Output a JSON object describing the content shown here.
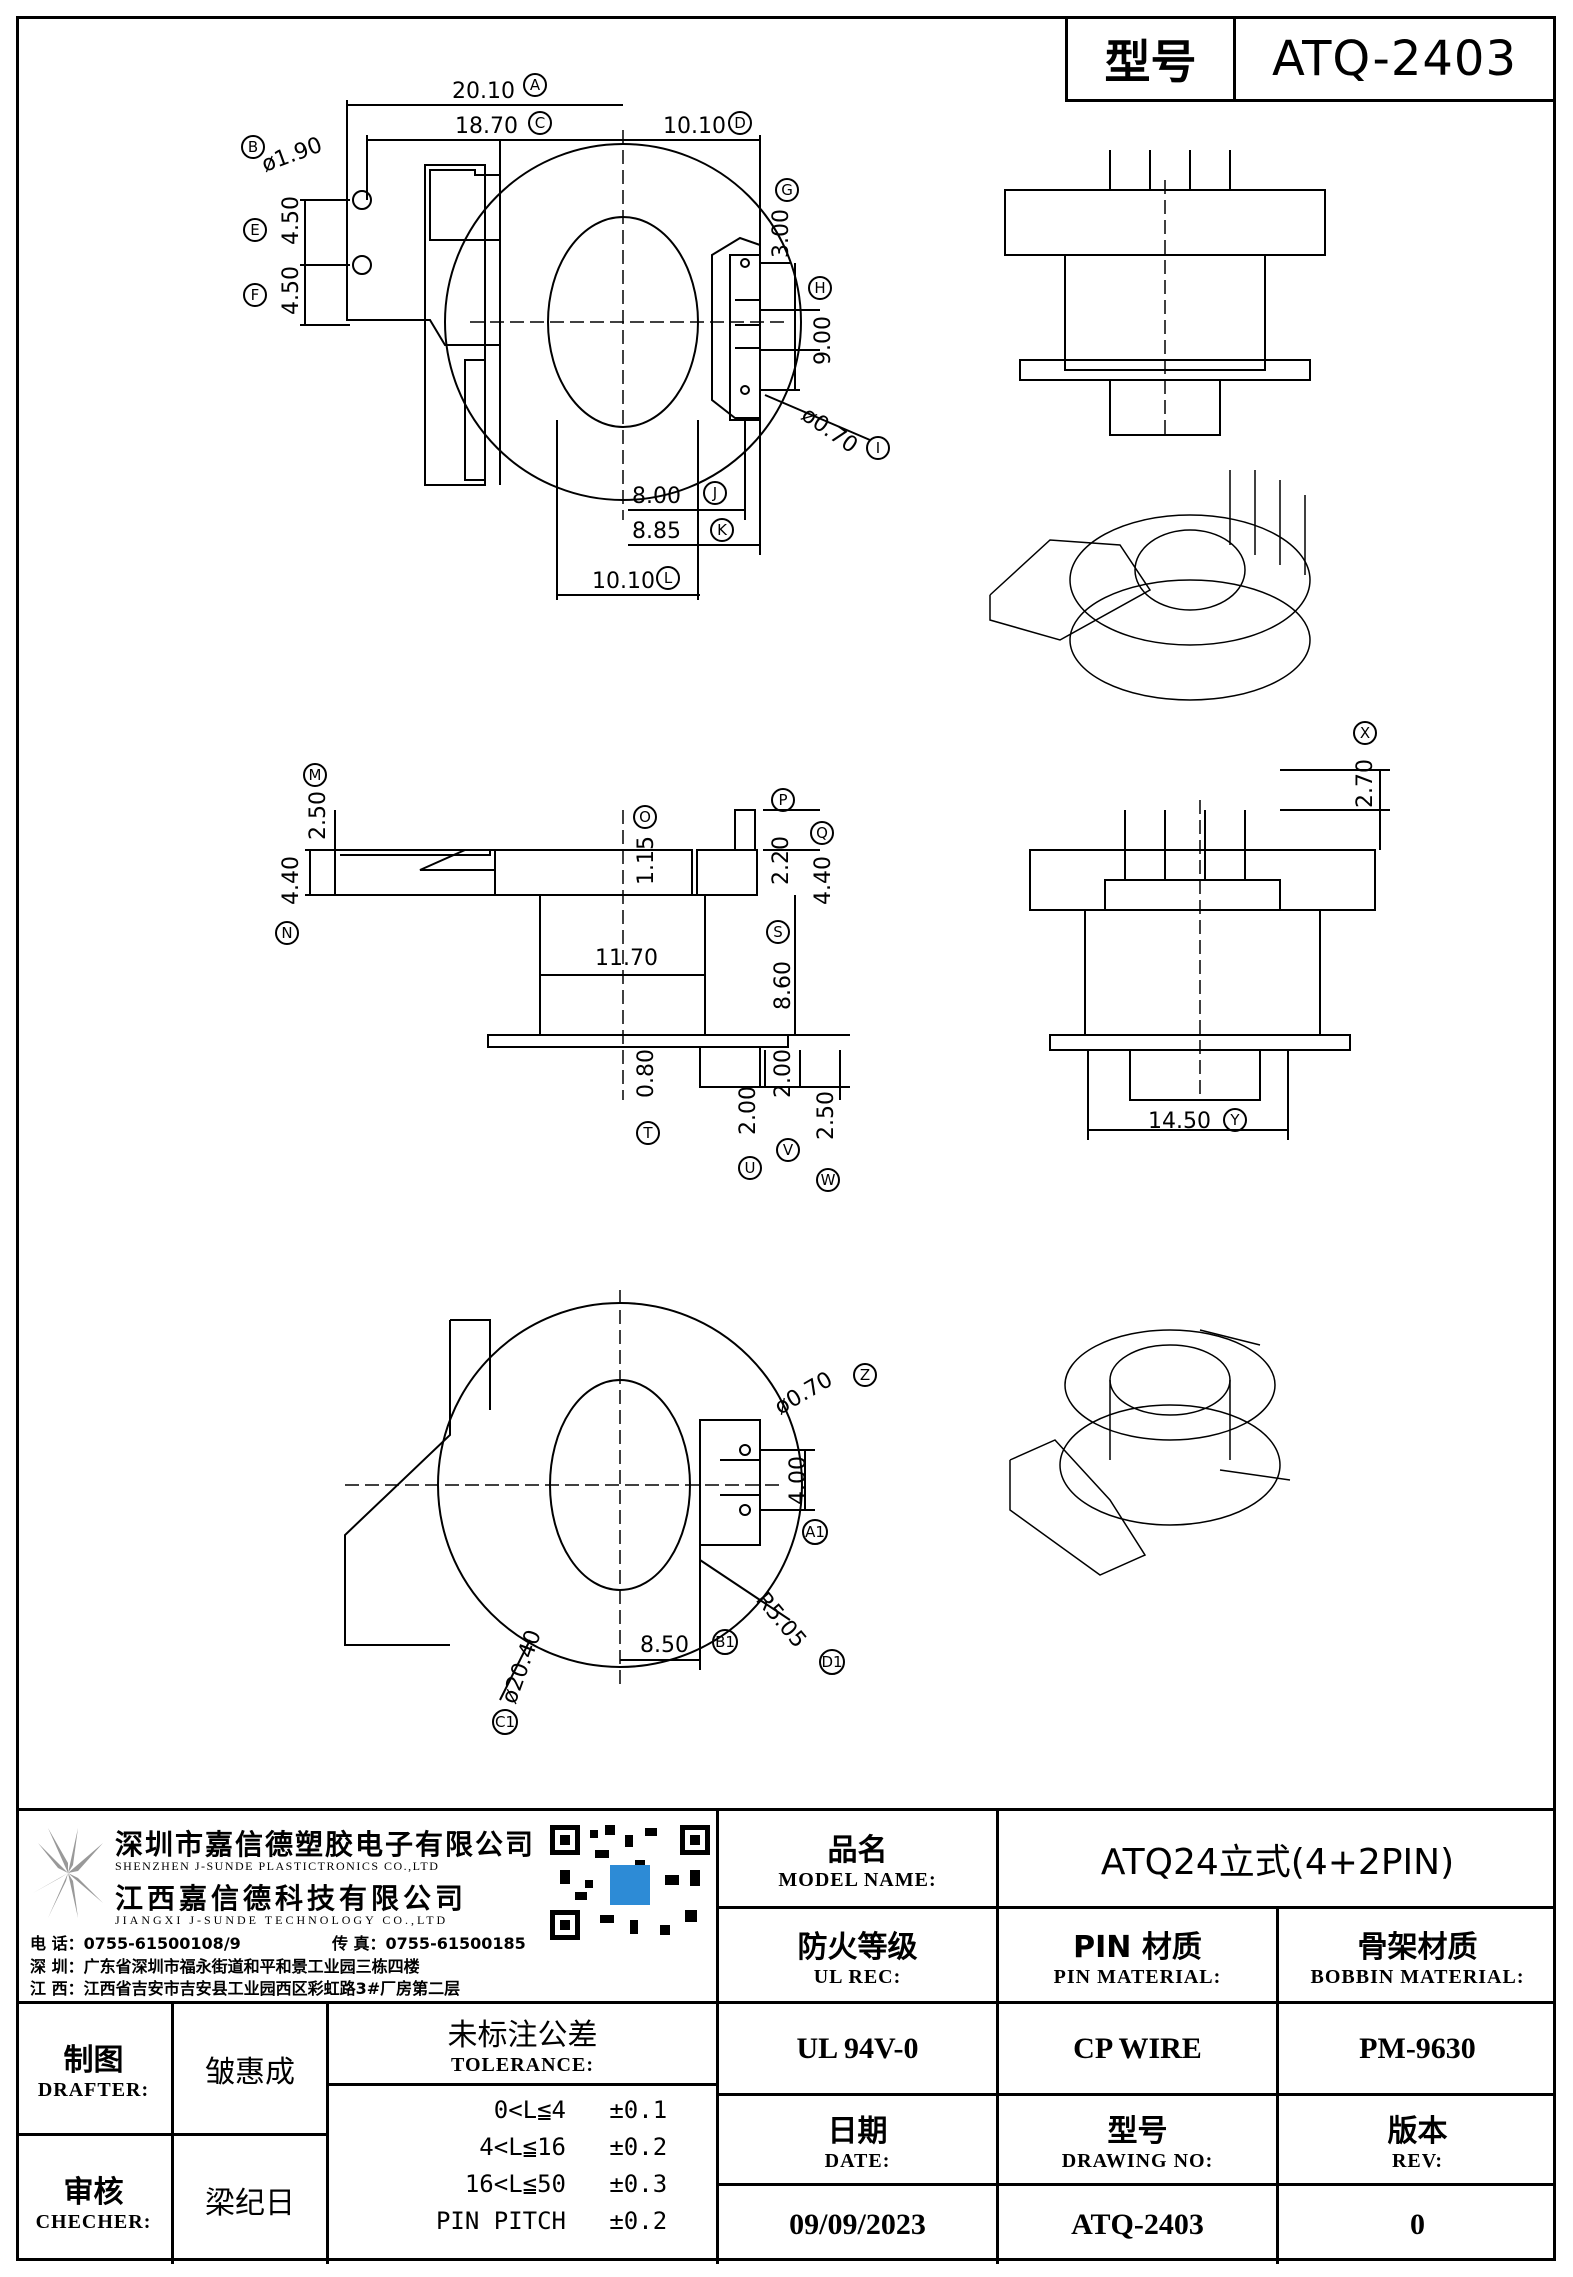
{
  "header": {
    "label": "型号",
    "value": "ATQ-2403"
  },
  "dims": {
    "top_view": {
      "a": "20.10",
      "a_tag": "A",
      "c": "18.70",
      "c_tag": "C",
      "d": "10.10",
      "d_tag": "D",
      "b": "ø1.90",
      "b_tag": "B",
      "e": "4.50",
      "e_tag": "E",
      "f": "4.50",
      "f_tag": "F",
      "g": "3.00",
      "g_tag": "G",
      "h_tag": "H",
      "nine": "9.00",
      "i": "ø0.70",
      "i_tag": "I",
      "j": "8.00",
      "j_tag": "J",
      "k": "8.85",
      "k_tag": "K",
      "l": "10.10",
      "l_tag": "L"
    },
    "side_view": {
      "m": "2.50",
      "m_tag": "M",
      "n": "4.40",
      "n_tag": "N",
      "o": "1.15",
      "o_tag": "O",
      "p": "2.20",
      "p_tag": "P",
      "q": "4.40",
      "q_tag": "Q",
      "s": "8.60",
      "s_tag": "S",
      "w117": "11.70",
      "t": "0.80",
      "t_tag": "T",
      "u": "2.00",
      "u_tag": "U",
      "v": "2.00",
      "v_tag": "V",
      "w": "2.50",
      "w_tag": "W"
    },
    "front_view": {
      "x": "2.70",
      "x_tag": "X",
      "y": "14.50",
      "y_tag": "Y"
    },
    "bottom_view": {
      "z": "ø0.70",
      "z_tag": "Z",
      "a1": "4.00",
      "a1_tag": "A1",
      "b1": "8.50",
      "b1_tag": "B1",
      "d1": "R5.05",
      "d1_tag": "D1",
      "c1": "ø20.40",
      "c1_tag": "C1"
    }
  },
  "company": {
    "name_sz": "深圳市嘉信德塑胶电子有限公司",
    "name_sz_en": "SHENZHEN J-SUNDE PLASTICTRONICS CO.,LTD",
    "name_jx": "江西嘉信德科技有限公司",
    "name_jx_en": "JIANGXI J-SUNDE TECHNOLOGY CO.,LTD",
    "phone_label": "电 话：",
    "phone": "0755-61500108/9",
    "fax_label": "传 真：",
    "fax": "0755-61500185",
    "addr_sz_label": "深 圳：",
    "addr_sz": "广东省深圳市福永街道和平和景工业园三栋四楼",
    "addr_jx_label": "江 西：",
    "addr_jx": "江西省吉安市吉安县工业园西区彩虹路3#厂房第二层"
  },
  "title_block": {
    "model_cn": "品名",
    "model_en": "MODEL NAME:",
    "model_value": "ATQ24立式(4+2PIN)",
    "ul_cn": "防火等级",
    "ul_en": "UL REC:",
    "ul_value": "UL 94V-0",
    "pin_cn": "PIN 材质",
    "pin_en": "PIN MATERIAL:",
    "pin_value": "CP WIRE",
    "bobbin_cn": "骨架材质",
    "bobbin_en": "BOBBIN MATERIAL:",
    "bobbin_value": "PM-9630",
    "drafter_cn": "制图",
    "drafter_en": "DRAFTER:",
    "drafter_value": "皱惠成",
    "checker_cn": "审核",
    "checker_en": "CHECHER:",
    "checker_value": "梁纪日",
    "tol_cn": "未标注公差",
    "tol_en": "TOLERANCE:",
    "tol_rows": [
      {
        "range": "0<L≦4",
        "value": "±0.1"
      },
      {
        "range": "4<L≦16",
        "value": "±0.2"
      },
      {
        "range": "16<L≦50",
        "value": "±0.3"
      },
      {
        "range": "PIN PITCH",
        "value": "±0.2"
      }
    ],
    "date_cn": "日期",
    "date_en": "DATE:",
    "date_value": "09/09/2023",
    "dwg_cn": "型号",
    "dwg_en": "DRAWING NO:",
    "dwg_value": "ATQ-2403",
    "rev_cn": "版本",
    "rev_en": "REV:",
    "rev_value": "0"
  }
}
